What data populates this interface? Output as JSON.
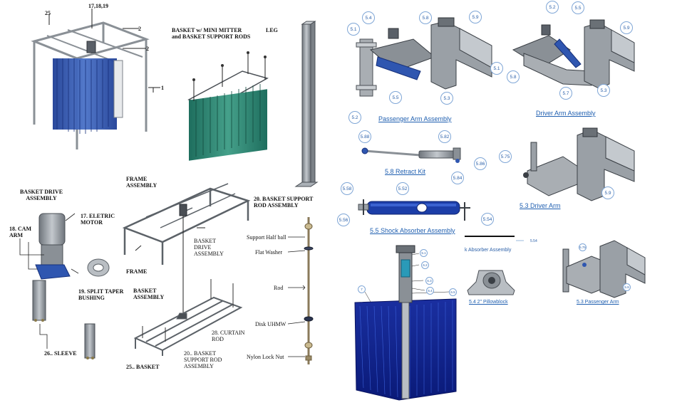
{
  "frame_section": {
    "part_numbers": [
      "25",
      "17,18,19",
      "2",
      "2",
      "1"
    ]
  },
  "basket_mitter": {
    "title_line1": "BASKET w/ MINI MITTER",
    "title_line2": "and BASKET SUPPORT RODS"
  },
  "leg": {
    "title": "LEG"
  },
  "basket_drive": {
    "title_line1": "BASKET DRIVE",
    "title_line2": "ASSEMBLY",
    "motor_line1": "17. ELETRIC",
    "motor_line2": "MOTOR",
    "cam_line1": "18. CAM",
    "cam_line2": "ARM",
    "bushing_line1": "19. SPLIT TAPER",
    "bushing_line2": "BUSHING",
    "sleeve": "26.. SLEEVE"
  },
  "frame_assembly": {
    "title_line1": "FRAME",
    "title_line2": "ASSEMBLY",
    "drive_line1": "BASKET",
    "drive_line2": "DRIVE",
    "drive_line3": "ASSEMBLY",
    "frame": "FRAME",
    "basket_asm_line1": "BASKET",
    "basket_asm_line2": "ASSEMBLY",
    "curtain_line1": "28. CURTAIN",
    "curtain_line2": "ROD",
    "support_line1": "20.. BASKET",
    "support_line2": "SUPPORT ROD",
    "support_line3": "ASSEMBLY",
    "basket": "25.. BASKET"
  },
  "support_rod": {
    "title_line1": "20. BASKET SUPPORT",
    "title_line2": "ROD ASSEMBLY",
    "half_ball": "Support Half ball",
    "flat_washer": "Flat Washer",
    "rod": "Rod",
    "disk": "Disk UHMW",
    "nut": "Nylon Lock Nut"
  },
  "passenger_arm": {
    "caption": "Passenger Arm Assembly",
    "callouts": [
      "5.1",
      "5.4",
      "5.8",
      "5.9",
      "5.5",
      "5.3",
      "5.2"
    ]
  },
  "driver_arm": {
    "caption": "Driver Arm Assembly",
    "callouts": [
      "5.2",
      "5.5",
      "5.9",
      "5.1",
      "5.8",
      "5.7",
      "5.3"
    ]
  },
  "retract_kit": {
    "caption": "5.8 Retract Kit",
    "callouts": [
      "5.88",
      "5.82",
      "5.86",
      "5.84"
    ]
  },
  "driver_arm_53": {
    "caption": "5.3 Driver Arm",
    "callouts": [
      "5.75",
      "5.9"
    ]
  },
  "shock_absorber": {
    "caption": "5.5 Shock Absorber Assembly",
    "callouts": [
      "5.58",
      "5.52",
      "5.56",
      "5.54"
    ],
    "partial_caption": "k Absorber Assembly",
    "partial_callout": "5.54"
  },
  "mitter": {
    "callouts": [
      "5.1",
      "6.2",
      "6.3",
      "6.4",
      "6.5",
      "7"
    ]
  },
  "pillowblock": {
    "caption": "5.4 2\" Pillowblock"
  },
  "passenger_arm_53": {
    "caption": "5.3 Passenger Arm",
    "callouts": [
      "5.75",
      "5.9"
    ]
  },
  "colors": {
    "curtain_blue": "#2f56b0",
    "curtain_teal": "#2e8c78",
    "steel": "#9aa0a6",
    "callout_text": "#2a5fa8",
    "link_blue": "#1f5fb0"
  }
}
